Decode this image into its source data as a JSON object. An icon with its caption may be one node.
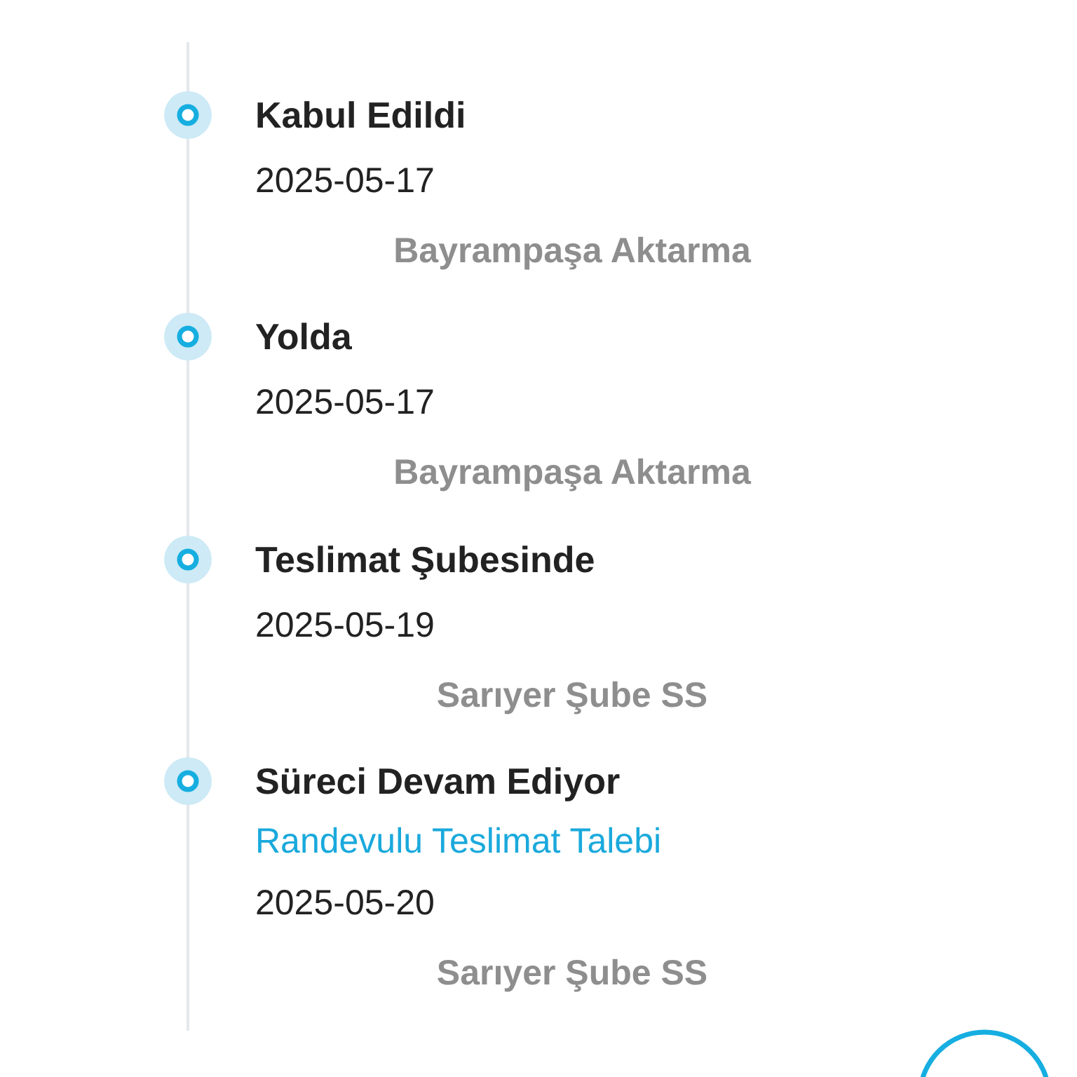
{
  "diagram": {
    "nodes": [
      {
        "text": [
          "Kabul Edildi",
          "2025-05-17",
          "Bayrampaşa Aktarma"
        ]
      },
      {
        "text": [
          "Yolda",
          "2025-05-17",
          "Bayrampaşa Aktarma"
        ]
      },
      {
        "text": [
          "Teslimat Şubesinde",
          "2025-05-19",
          "Sarıyer Şube SS"
        ]
      },
      {
        "text": [
          "Süreci Devam Ediyor",
          "Randevulu Teslimat Talebi",
          "2025-05-20",
          "Sarıyer Şube SS"
        ]
      }
    ]
  }
}
